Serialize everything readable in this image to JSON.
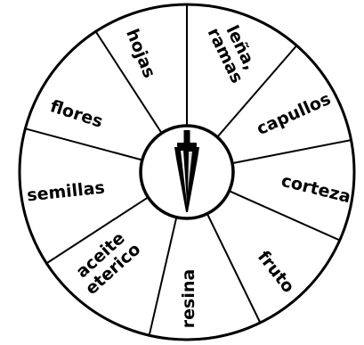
{
  "wheel": {
    "segments": [
      {
        "id": "lena-ramas",
        "lines": [
          "leña,",
          "ramas"
        ]
      },
      {
        "id": "capullos",
        "lines": [
          "capullos"
        ]
      },
      {
        "id": "corteza",
        "lines": [
          "corteza"
        ]
      },
      {
        "id": "fruto",
        "lines": [
          "fruto"
        ]
      },
      {
        "id": "resina",
        "lines": [
          "resina"
        ]
      },
      {
        "id": "aceite-eterico",
        "lines": [
          "aceite",
          "eterico"
        ]
      },
      {
        "id": "semillas",
        "lines": [
          "semillas"
        ]
      },
      {
        "id": "flores",
        "lines": [
          "flores"
        ]
      },
      {
        "id": "hojas",
        "lines": [
          "hojas"
        ]
      }
    ],
    "center_icon": "pendulum-icon",
    "colors": {
      "stroke": "#000000",
      "background": "#ffffff"
    }
  }
}
